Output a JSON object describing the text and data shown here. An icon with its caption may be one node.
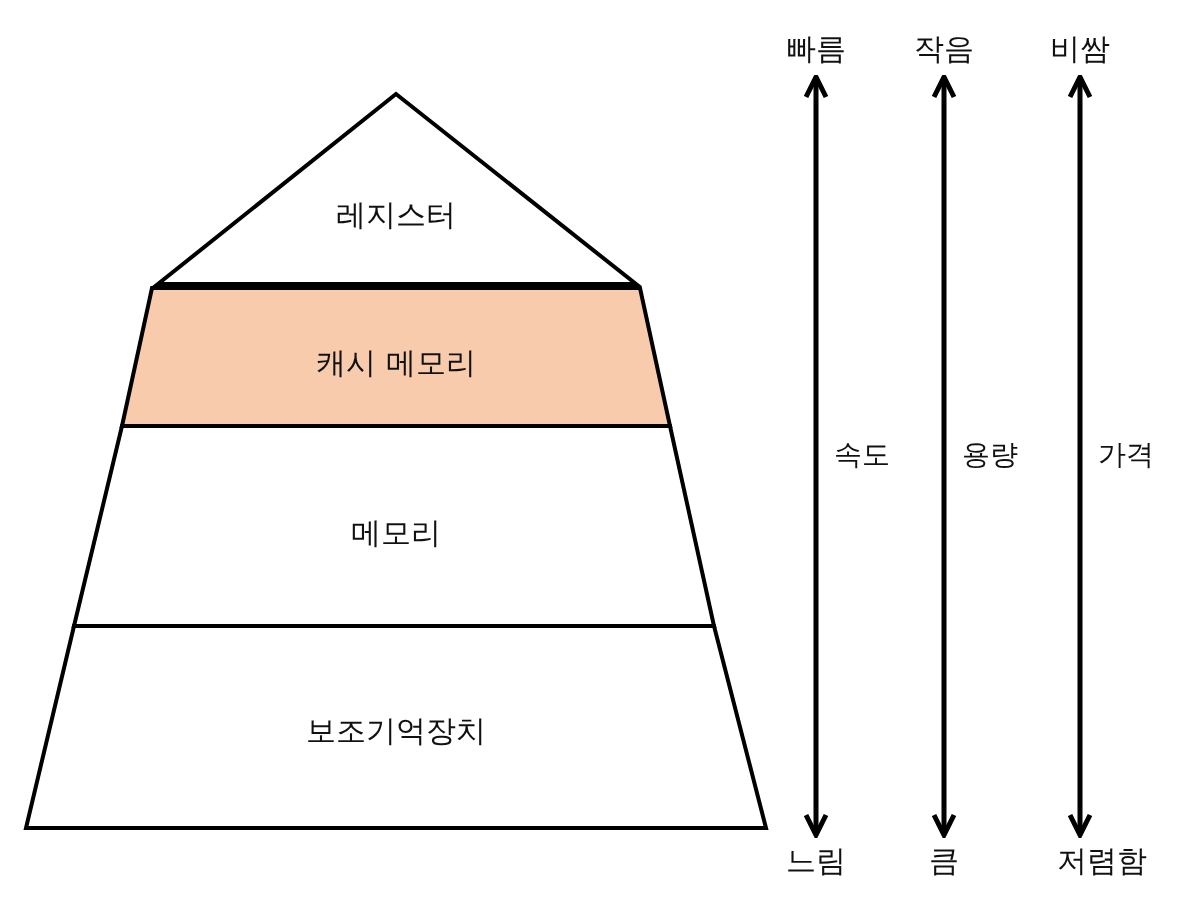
{
  "diagram": {
    "nodes": [
      {
        "text": [
          "레지스터"
        ]
      },
      {
        "text": [
          "캐시 메모리"
        ]
      },
      {
        "text": [
          "메모리"
        ]
      },
      {
        "text": [
          "보조기억장치"
        ]
      },
      {
        "text": [
          "빠름"
        ]
      },
      {
        "text": [
          "느림"
        ]
      },
      {
        "text": [
          "작음"
        ]
      },
      {
        "text": [
          "큼"
        ]
      },
      {
        "text": [
          "비쌈"
        ]
      },
      {
        "text": [
          "저렴함"
        ]
      }
    ],
    "edges": [
      {
        "from": 4,
        "to": 5,
        "arrow": "both",
        "label": "속도"
      },
      {
        "from": 6,
        "to": 7,
        "arrow": "both",
        "label": "용량"
      },
      {
        "from": 8,
        "to": 9,
        "arrow": "both",
        "label": "가격"
      }
    ]
  }
}
